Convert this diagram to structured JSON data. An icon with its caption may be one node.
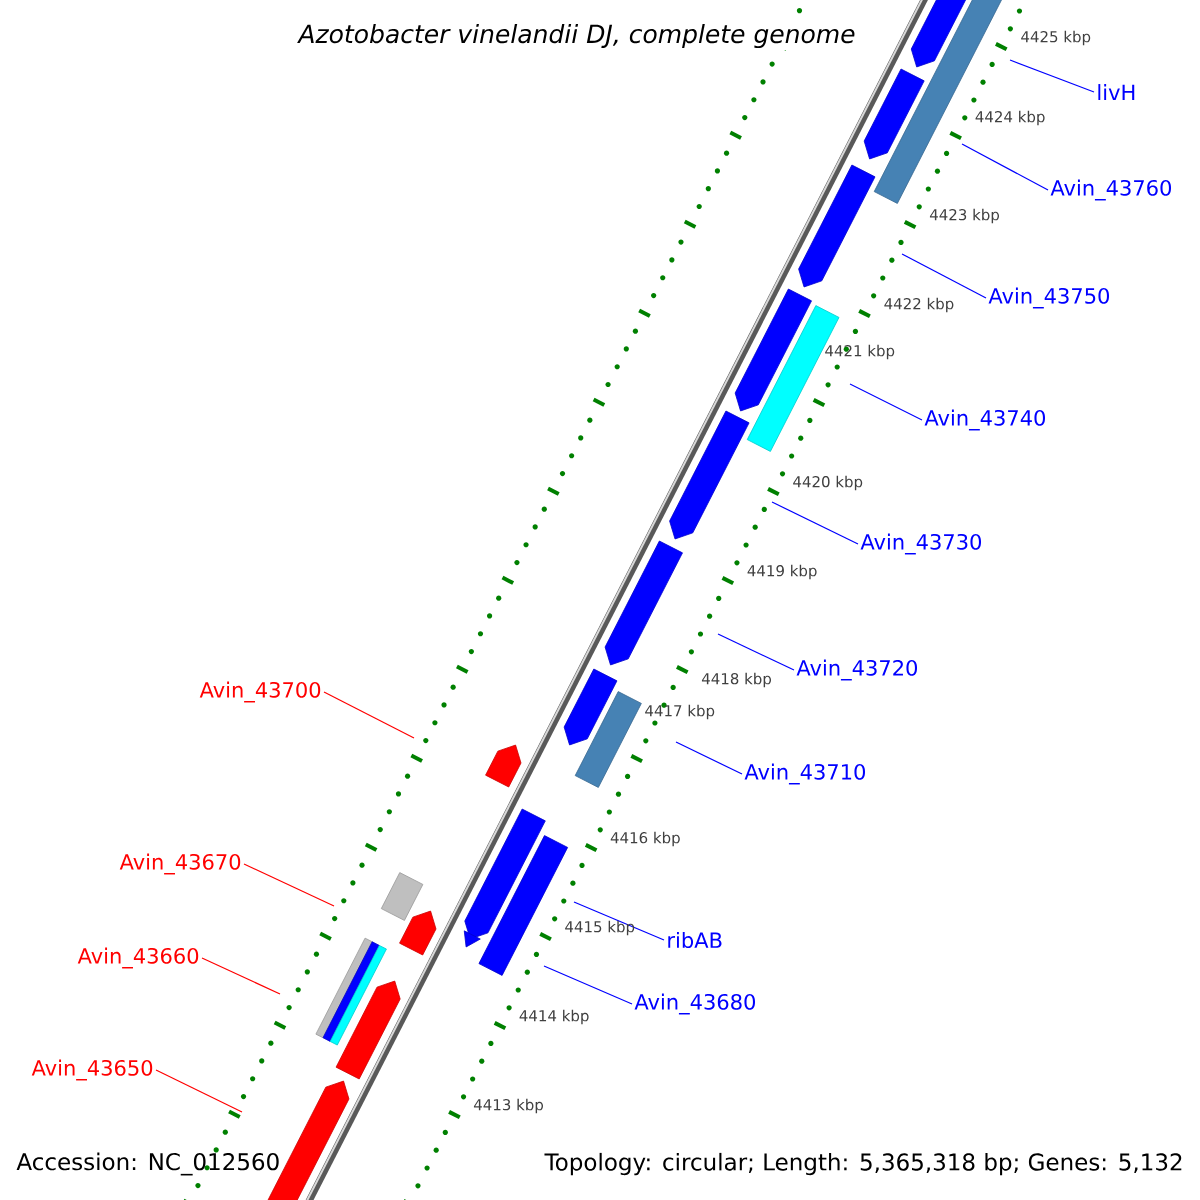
{
  "diagram": {
    "title": "Azotobacter vinelandii DJ, complete genome",
    "nodes": [
      {
        "text": [
          "livH"
        ]
      },
      {
        "text": [
          "Avin_43760"
        ]
      },
      {
        "text": [
          "Avin_43750"
        ]
      },
      {
        "text": [
          "Avin_43740"
        ]
      },
      {
        "text": [
          "Avin_43730"
        ]
      },
      {
        "text": [
          "Avin_43720"
        ]
      },
      {
        "text": [
          "Avin_43710"
        ]
      },
      {
        "text": [
          "ribAB"
        ]
      },
      {
        "text": [
          "Avin_43680"
        ]
      },
      {
        "text": [
          "Avin_43700"
        ]
      },
      {
        "text": [
          "Avin_43670"
        ]
      },
      {
        "text": [
          "Avin_43660"
        ]
      },
      {
        "text": [
          "Avin_43650"
        ]
      }
    ],
    "edges": [
      {
        "from": 0,
        "to": null,
        "arrow": "none"
      },
      {
        "from": 1,
        "to": null,
        "arrow": "none"
      },
      {
        "from": 2,
        "to": null,
        "arrow": "none"
      },
      {
        "from": 3,
        "to": null,
        "arrow": "none"
      },
      {
        "from": 4,
        "to": null,
        "arrow": "none"
      },
      {
        "from": 5,
        "to": null,
        "arrow": "none"
      },
      {
        "from": 6,
        "to": null,
        "arrow": "none"
      },
      {
        "from": 7,
        "to": null,
        "arrow": "none"
      },
      {
        "from": 8,
        "to": null,
        "arrow": "none"
      },
      {
        "from": 9,
        "to": null,
        "arrow": "none",
        "color": "#ff0000"
      },
      {
        "from": 10,
        "to": null,
        "arrow": "none",
        "color": "#ff0000"
      },
      {
        "from": 11,
        "to": null,
        "arrow": "none",
        "color": "#ff0000"
      },
      {
        "from": 12,
        "to": null,
        "arrow": "none",
        "color": "#ff0000"
      }
    ],
    "labels": [
      "4425 kbp",
      "4424 kbp",
      "4423 kbp",
      "4422 kbp",
      "4421 kbp",
      "4420 kbp",
      "4419 kbp",
      "4418 kbp",
      "4417 kbp",
      "4416 kbp",
      "4415 kbp",
      "4414 kbp",
      "4413 kbp",
      "Accession: NC_012560",
      "Topology: circular; Length: 5,365,318 bp; Genes: 5,132"
    ]
  }
}
